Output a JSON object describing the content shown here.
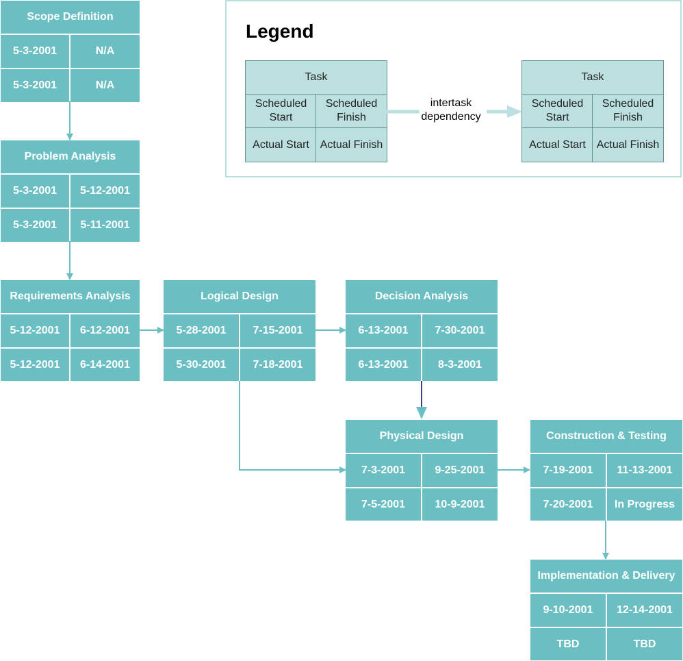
{
  "colors": {
    "task_fill": "#6bbfc3",
    "task_text": "#ffffff",
    "connector": "#6bbfc3",
    "dependency_connector_dark": "#3c3f8a",
    "legend_fill": "#bcdfe0",
    "legend_border": "#b9dfe0"
  },
  "tasks": {
    "scope_definition": {
      "title": "Scope Definition",
      "scheduled_start": "5-3-2001",
      "scheduled_finish": "N/A",
      "actual_start": "5-3-2001",
      "actual_finish": "N/A"
    },
    "problem_analysis": {
      "title": "Problem Analysis",
      "scheduled_start": "5-3-2001",
      "scheduled_finish": "5-12-2001",
      "actual_start": "5-3-2001",
      "actual_finish": "5-11-2001"
    },
    "requirements_analysis": {
      "title": "Requirements Analysis",
      "scheduled_start": "5-12-2001",
      "scheduled_finish": "6-12-2001",
      "actual_start": "5-12-2001",
      "actual_finish": "6-14-2001"
    },
    "logical_design": {
      "title": "Logical Design",
      "scheduled_start": "5-28-2001",
      "scheduled_finish": "7-15-2001",
      "actual_start": "5-30-2001",
      "actual_finish": "7-18-2001"
    },
    "decision_analysis": {
      "title": "Decision Analysis",
      "scheduled_start": "6-13-2001",
      "scheduled_finish": "7-30-2001",
      "actual_start": "6-13-2001",
      "actual_finish": "8-3-2001"
    },
    "physical_design": {
      "title": "Physical Design",
      "scheduled_start": "7-3-2001",
      "scheduled_finish": "9-25-2001",
      "actual_start": "7-5-2001",
      "actual_finish": "10-9-2001"
    },
    "construction_testing": {
      "title": "Construction & Testing",
      "scheduled_start": "7-19-2001",
      "scheduled_finish": "11-13-2001",
      "actual_start": "7-20-2001",
      "actual_finish": "In Progress"
    },
    "implementation_delivery": {
      "title": "Implementation & Delivery",
      "scheduled_start": "9-10-2001",
      "scheduled_finish": "12-14-2001",
      "actual_start": "TBD",
      "actual_finish": "TBD"
    }
  },
  "legend": {
    "title": "Legend",
    "dependency_label": "intertask dependency",
    "box": {
      "title": "Task",
      "scheduled_start": "Scheduled Start",
      "scheduled_finish": "Scheduled Finish",
      "actual_start": "Actual Start",
      "actual_finish": "Actual Finish"
    }
  },
  "dependencies": [
    [
      "scope_definition",
      "problem_analysis"
    ],
    [
      "problem_analysis",
      "requirements_analysis"
    ],
    [
      "requirements_analysis",
      "logical_design"
    ],
    [
      "logical_design",
      "decision_analysis"
    ],
    [
      "decision_analysis",
      "physical_design"
    ],
    [
      "logical_design",
      "physical_design"
    ],
    [
      "physical_design",
      "construction_testing"
    ],
    [
      "construction_testing",
      "implementation_delivery"
    ]
  ]
}
